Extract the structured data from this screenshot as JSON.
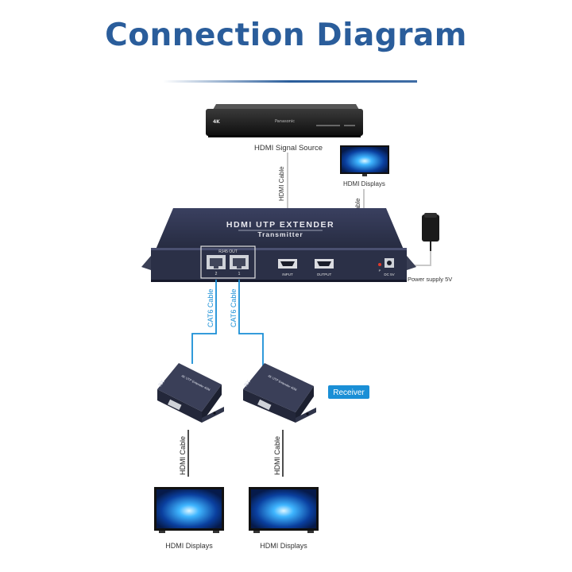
{
  "title": "Connection Diagram",
  "source": {
    "label": "HDMI Signal Source",
    "brand": "Panasonic",
    "badge": "4K"
  },
  "transmitter": {
    "title_line1": "HDMI UTP EXTENDER",
    "title_line2": "Transmitter",
    "rj45_label": "RJ45 OUT",
    "port_2": "2",
    "port_1": "1",
    "input_label": "INPUT",
    "output_label": "OUTPUT",
    "power_port_label": "DC 5V",
    "led_label": "P"
  },
  "cables": {
    "hdmi_in": "HDMI Cable",
    "hdmi_out": "HDMI Cable",
    "cat6_a": "CAT6 Cable",
    "cat6_b": "CAT6 Cable",
    "hdmi_rx1": "HDMI Cable",
    "hdmi_rx2": "HDMI Cable"
  },
  "top_display_label": "HDMI Displays",
  "power_supply_label": "Power supply 5V",
  "receiver": {
    "badge": "Receiver",
    "box_text": "4K UTP Extender 40M",
    "rx_mark": "RX"
  },
  "bottom_displays": [
    {
      "label": "HDMI Displays"
    },
    {
      "label": "HDMI Displays"
    }
  ],
  "colors": {
    "title": "#2a5d9b",
    "cat6": "#1a8fd6",
    "device": "#2b3047",
    "badge": "#1a8fd6"
  }
}
